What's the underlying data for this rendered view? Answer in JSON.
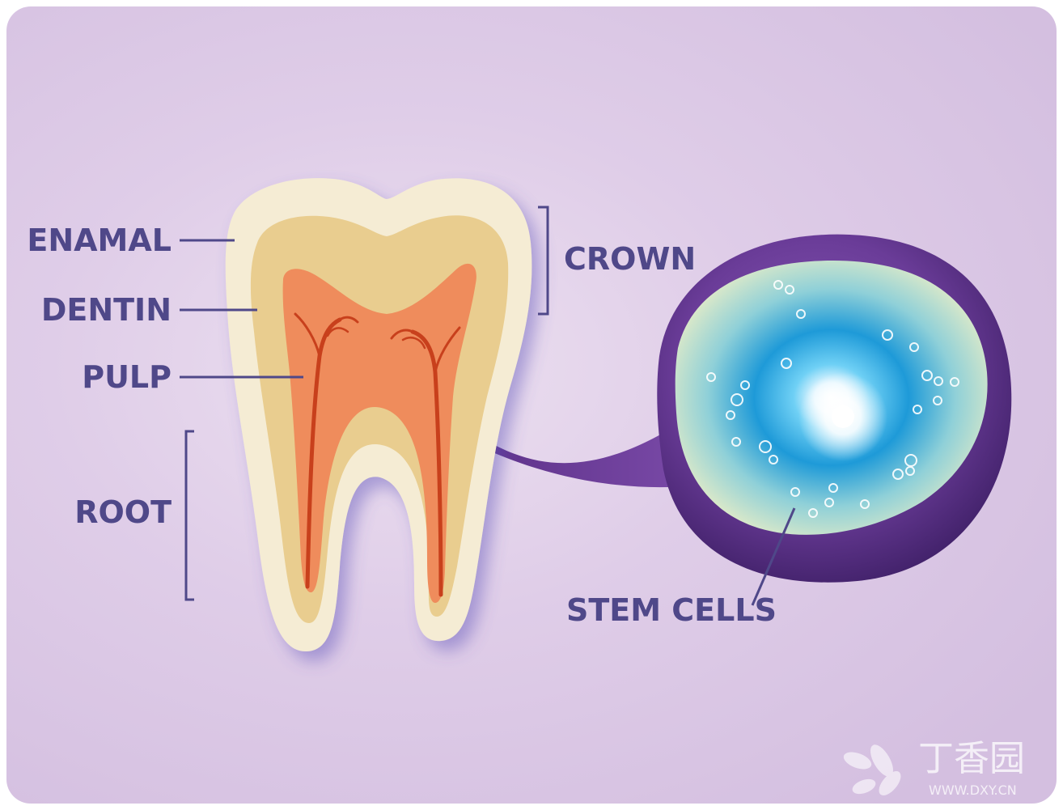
{
  "labels": {
    "enamel": "ENAMAL",
    "dentin": "DENTIN",
    "pulp": "PULP",
    "root": "ROOT",
    "crown": "CROWN",
    "stem_cells": "STEM CELLS"
  },
  "watermark": {
    "brand": "丁香园",
    "url": "WWW.DXY.CN"
  },
  "colors": {
    "label_text": "#4f4889",
    "enamel": "#f5ecd4",
    "dentin": "#e9cd8f",
    "pulp": "#ef8c5c",
    "nerve": "#c8401f",
    "lens_ring": "#5b2f86",
    "stem_cell_glow": "#1f9bd8"
  }
}
